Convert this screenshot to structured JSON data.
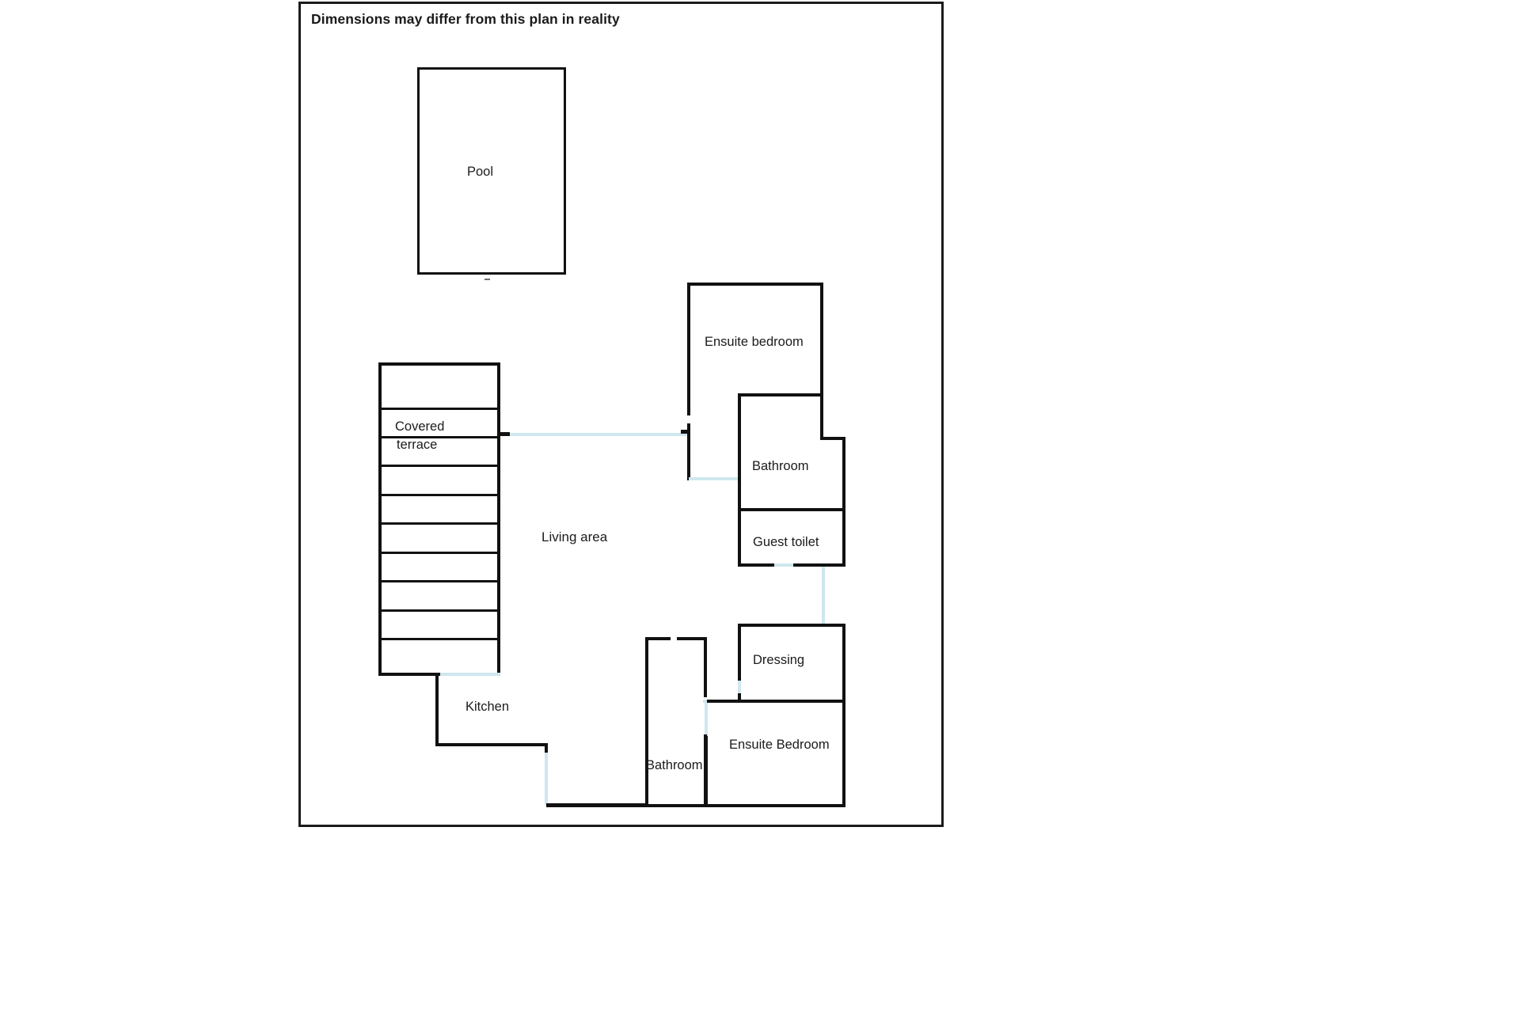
{
  "page": {
    "title": "Floor plan",
    "background_color": "#ffffff",
    "frame_color": "#1b1b1b",
    "wall_color": "#111111",
    "door_color": "#cfe7ee",
    "disclaimer": "Dimensions may differ from this plan in reality"
  },
  "rooms": [
    {
      "id": "pool",
      "label": "Pool"
    },
    {
      "id": "covered-terrace",
      "label_line1": "Covered",
      "label_line2": "terrace"
    },
    {
      "id": "living-area",
      "label": "Living area"
    },
    {
      "id": "ensuite-bedroom-top",
      "label": "Ensuite bedroom"
    },
    {
      "id": "bathroom-upper",
      "label": "Bathroom"
    },
    {
      "id": "guest-toilet",
      "label": "Guest toilet"
    },
    {
      "id": "dressing",
      "label": "Dressing"
    },
    {
      "id": "ensuite-bedroom-bottom",
      "label": "Ensuite Bedroom"
    },
    {
      "id": "bathroom-lower",
      "label": "Bathroom"
    },
    {
      "id": "kitchen",
      "label": "Kitchen"
    }
  ],
  "labels": {
    "pool": "Pool",
    "covered_terrace_line1": "Covered",
    "covered_terrace_line2": "terrace",
    "living_area": "Living area",
    "ensuite_bedroom_top": "Ensuite bedroom",
    "bathroom_upper": "Bathroom",
    "guest_toilet": "Guest toilet",
    "dressing": "Dressing",
    "ensuite_bedroom_bottom": "Ensuite Bedroom",
    "bathroom_lower": "Bathroom",
    "kitchen": "Kitchen"
  }
}
